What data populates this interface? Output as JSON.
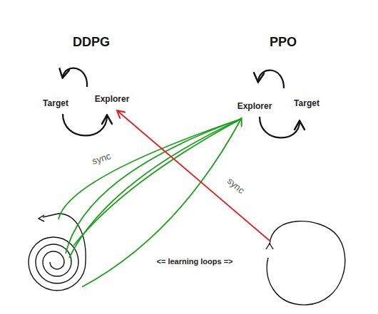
{
  "diagram": {
    "labels": [
      "DDPG",
      "PPO",
      "Target",
      "Explorer",
      "Explorer",
      "Target",
      "sync",
      "sync",
      "<= learning loops =>"
    ]
  }
}
